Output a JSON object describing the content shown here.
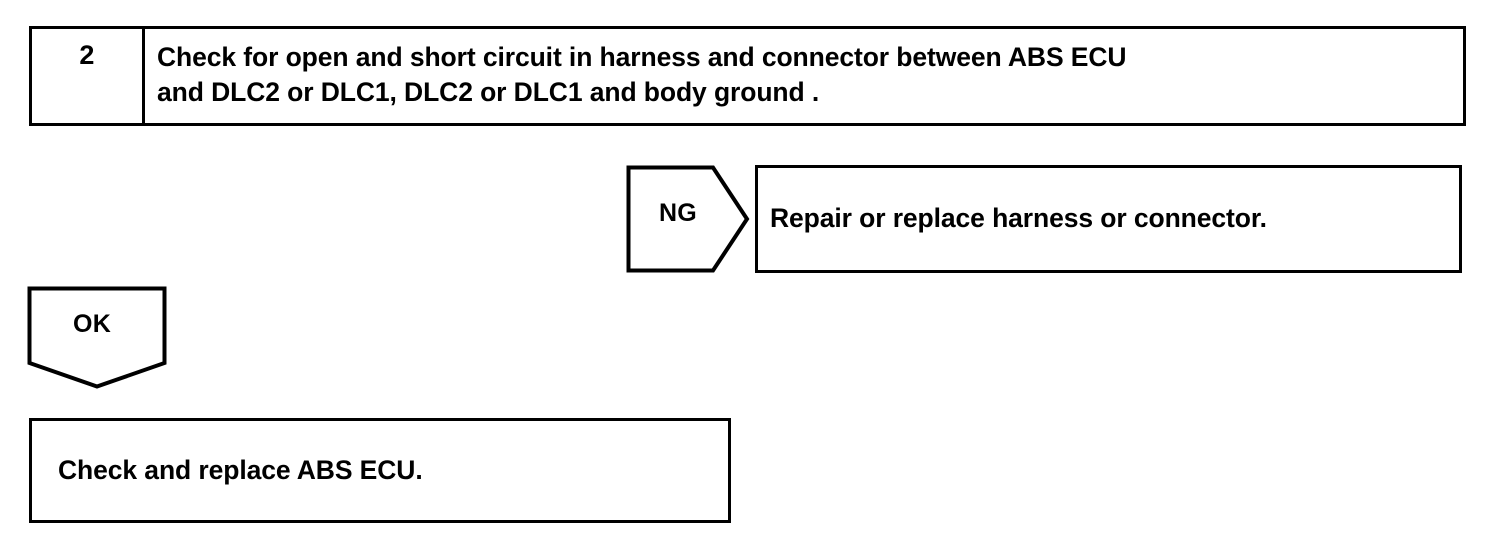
{
  "document": {
    "type": "diagnostic-flowchart",
    "stroke_color": "#000000",
    "background_color": "#ffffff"
  },
  "step": {
    "number": "2",
    "instruction": "Check for open and short circuit in harness and connector between ABS ECU\nand DLC2 or DLC1, DLC2 or DLC1 and body ground ."
  },
  "branches": {
    "ng": {
      "label": "NG",
      "result_text": "Repair or replace harness or connector."
    },
    "ok": {
      "label": "OK",
      "result_text": "Check and replace ABS ECU."
    }
  }
}
